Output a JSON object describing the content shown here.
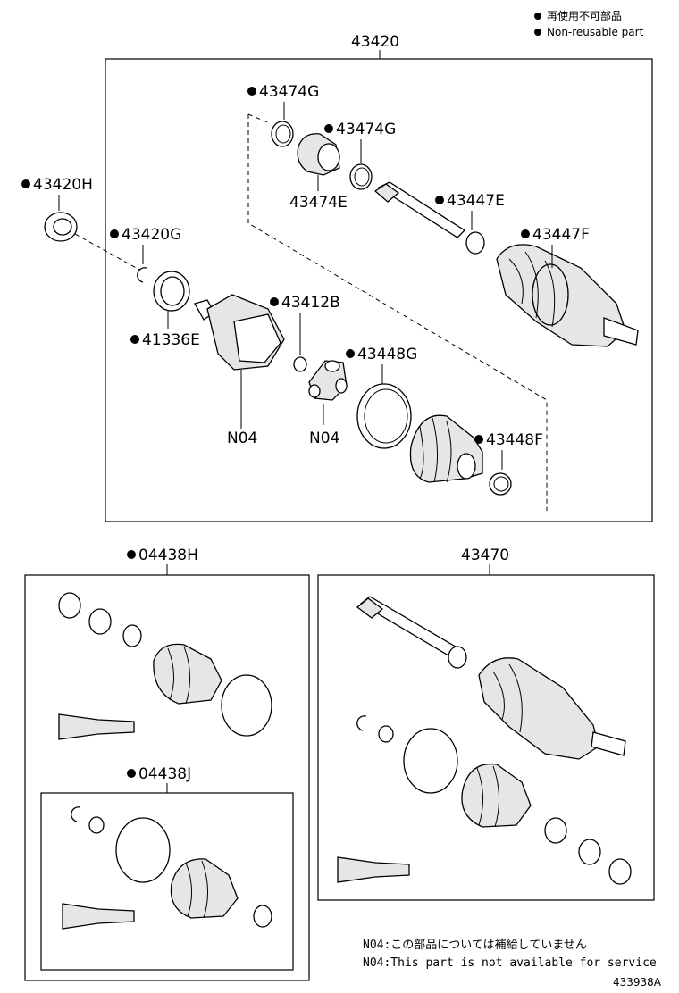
{
  "legend": {
    "jp": "再使用不可部品",
    "en": "Non-reusable part"
  },
  "assembly_main": "43420",
  "parts": {
    "p43420H": "43420H",
    "p43420G": "43420G",
    "p41336E": "41336E",
    "p43474G_a": "43474G",
    "p43474G_b": "43474G",
    "p43474E": "43474E",
    "p43447E": "43447E",
    "p43447F": "43447F",
    "p43412B": "43412B",
    "p43448G": "43448G",
    "p43448F": "43448F",
    "n04_a": "N04",
    "n04_b": "N04"
  },
  "kits": {
    "k04438H": "04438H",
    "k04438J": "04438J",
    "k43470": "43470"
  },
  "notes": {
    "jp": "N04:この部品については補給していません",
    "en": "N04:This part is not available for service"
  },
  "diagram_id": "433938A"
}
